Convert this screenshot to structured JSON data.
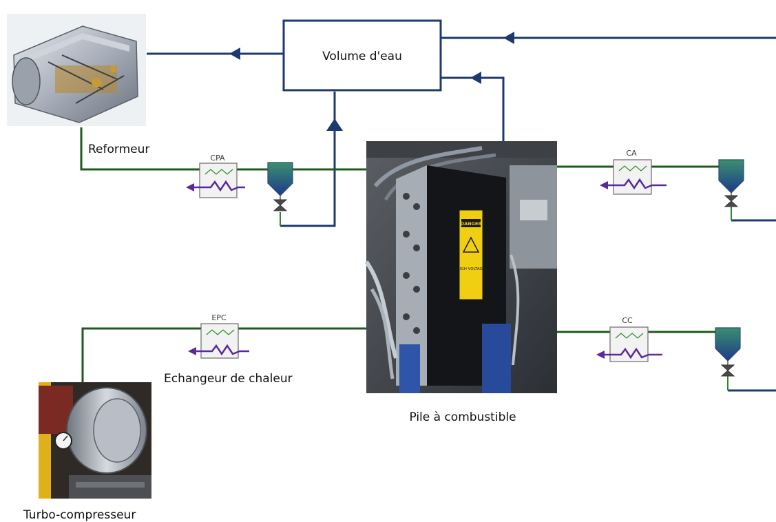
{
  "labels": {
    "water_volume": "Volume d'eau",
    "reformer": "Reformeur",
    "fuel_cell": "Pile à combustible",
    "heat_exchanger": "Echangeur de chaleur",
    "turbo_compressor": "Turbo-compresseur",
    "danger_sign": "DANGER",
    "high_voltage": "HIGH VOLTAGE"
  },
  "components": {
    "cpa": "CPA",
    "ca": "CA",
    "epc": "EPC",
    "cc": "CC"
  },
  "colors": {
    "gas_line": "#1f5a1a",
    "water_line": "#1d3a6e",
    "coolant": "#5a2a9a",
    "separator_top": "#2f7a66",
    "separator_bottom": "#1e3a8a"
  }
}
